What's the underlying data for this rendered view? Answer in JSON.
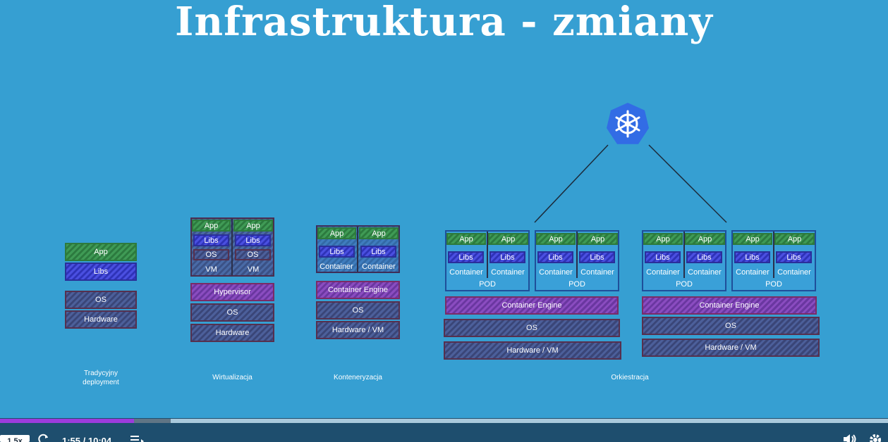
{
  "slide": {
    "title": "Infrastruktura - zmiany",
    "labels": {
      "app": "App",
      "libs": "Libs",
      "os": "OS",
      "hardware": "Hardware",
      "vm": "VM",
      "hypervisor": "Hypervisor",
      "container": "Container",
      "container_engine": "Container Engine",
      "hardware_vm": "Hardware / VM",
      "pod": "POD"
    },
    "captions": {
      "traditional": "Tradycyjny\ndeployment",
      "virtualization": "Wirtualizacja",
      "containerization": "Konteneryzacja",
      "orchestration": "Orkiestracja"
    },
    "logo": "kubernetes-helm-icon",
    "colors": {
      "background": "#369fd2",
      "app": "#3f9a55",
      "libs": "#4a4fe0",
      "os": "#4c5f9a",
      "hypervisor": "#8a4cc0",
      "kubernetes": "#326ce5"
    }
  },
  "player": {
    "speed": "1.5x",
    "time": "1:55 / 10:04",
    "progress_percent": 15.1,
    "buffered_percent": 19.2,
    "icons": [
      "redo-icon",
      "playlist-icon",
      "volume-icon",
      "settings-icon"
    ]
  }
}
